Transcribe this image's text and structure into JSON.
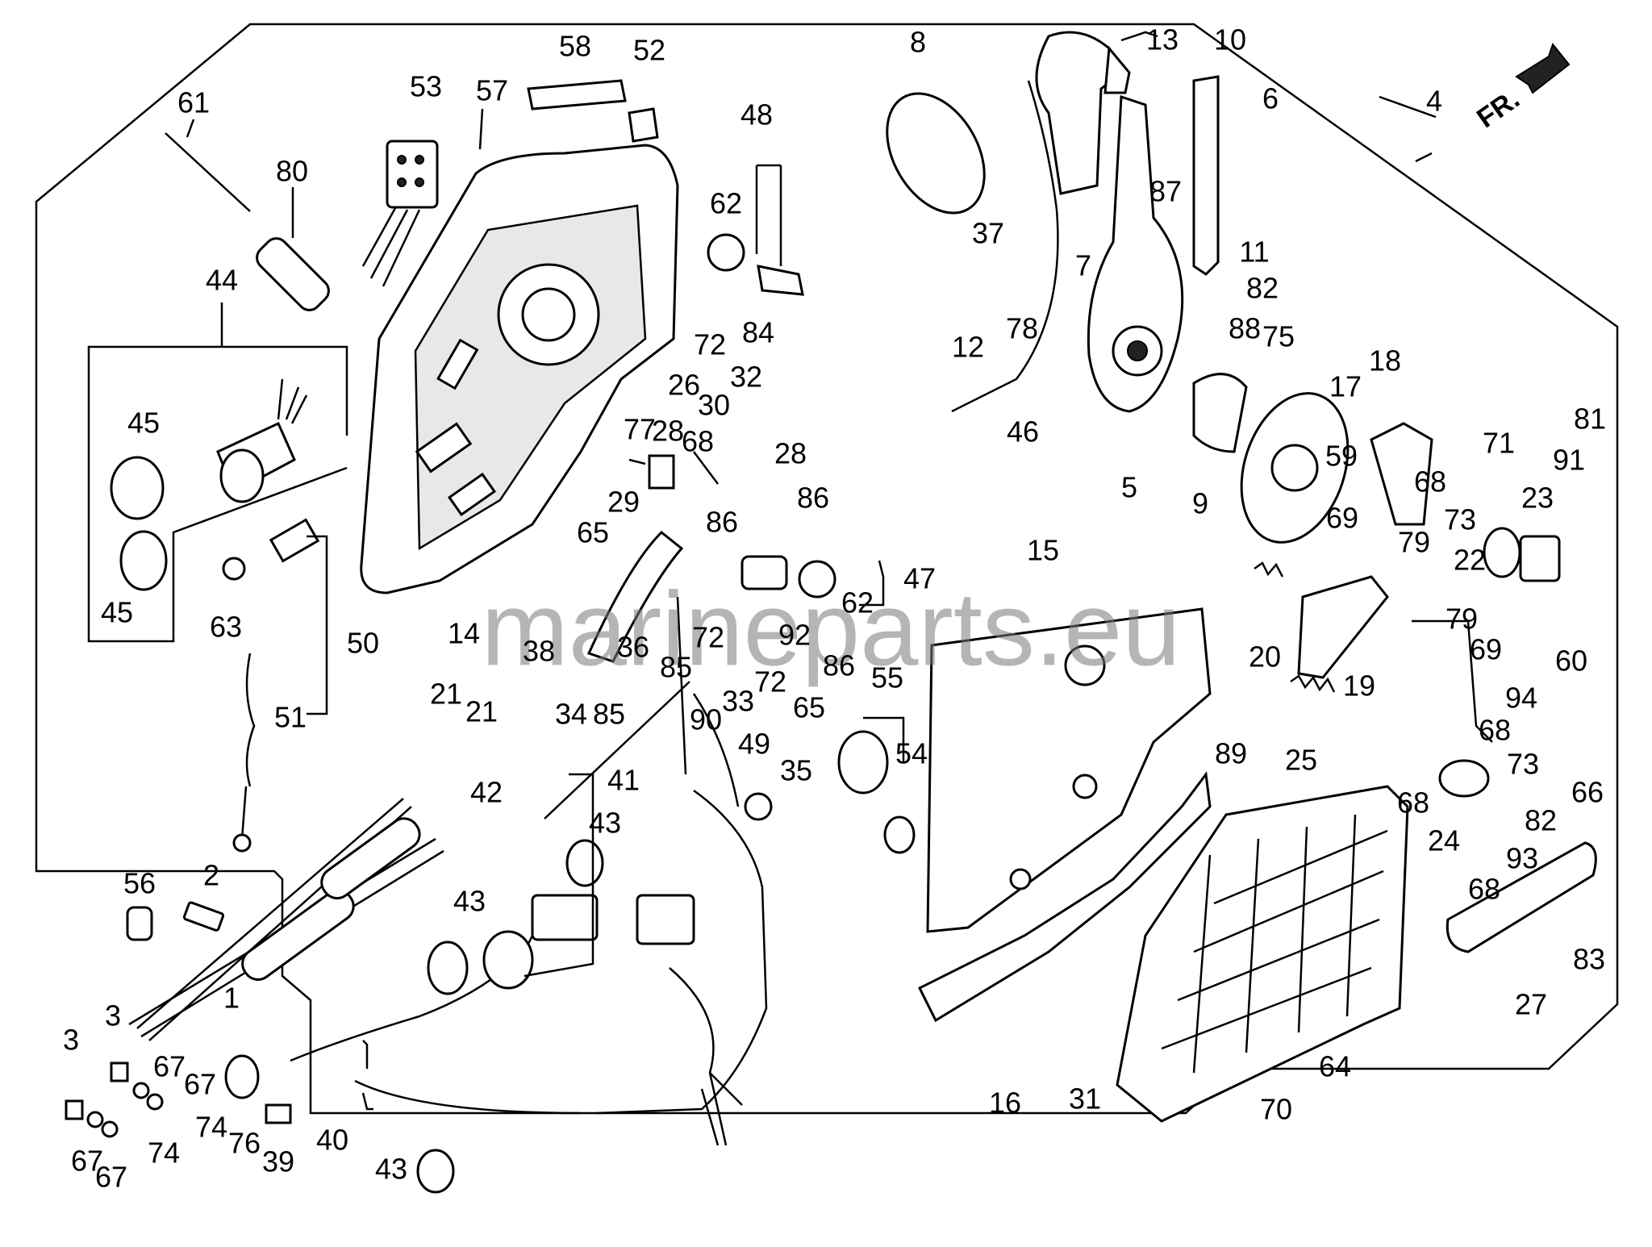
{
  "watermark": "marineparts.eu",
  "direction_label": "FR.",
  "callouts": [
    {
      "id": "c61",
      "text": "61"
    },
    {
      "id": "c80",
      "text": "80"
    },
    {
      "id": "c53",
      "text": "53"
    },
    {
      "id": "c57",
      "text": "57"
    },
    {
      "id": "c58",
      "text": "58"
    },
    {
      "id": "c52",
      "text": "52"
    },
    {
      "id": "c48",
      "text": "48"
    },
    {
      "id": "c62a",
      "text": "62"
    },
    {
      "id": "c84",
      "text": "84"
    },
    {
      "id": "c72a",
      "text": "72"
    },
    {
      "id": "c26",
      "text": "26"
    },
    {
      "id": "c30",
      "text": "30"
    },
    {
      "id": "c32",
      "text": "32"
    },
    {
      "id": "c44",
      "text": "44"
    },
    {
      "id": "c45a",
      "text": "45"
    },
    {
      "id": "c45b",
      "text": "45"
    },
    {
      "id": "c63",
      "text": "63"
    },
    {
      "id": "c50",
      "text": "50"
    },
    {
      "id": "c51",
      "text": "51"
    },
    {
      "id": "c14",
      "text": "14"
    },
    {
      "id": "c38",
      "text": "38"
    },
    {
      "id": "c77",
      "text": "77"
    },
    {
      "id": "c28a",
      "text": "28"
    },
    {
      "id": "c68a",
      "text": "68"
    },
    {
      "id": "c28b",
      "text": "28"
    },
    {
      "id": "c29",
      "text": "29"
    },
    {
      "id": "c65a",
      "text": "65"
    },
    {
      "id": "c86a",
      "text": "86"
    },
    {
      "id": "c86b",
      "text": "86"
    },
    {
      "id": "c36",
      "text": "36"
    },
    {
      "id": "c72b",
      "text": "72"
    },
    {
      "id": "c92",
      "text": "92"
    },
    {
      "id": "c47",
      "text": "47"
    },
    {
      "id": "c62b",
      "text": "62"
    },
    {
      "id": "c85a",
      "text": "85"
    },
    {
      "id": "c33",
      "text": "33"
    },
    {
      "id": "c72c",
      "text": "72"
    },
    {
      "id": "c86c",
      "text": "86"
    },
    {
      "id": "c65b",
      "text": "65"
    },
    {
      "id": "c35",
      "text": "35"
    },
    {
      "id": "c55",
      "text": "55"
    },
    {
      "id": "c54",
      "text": "54"
    },
    {
      "id": "c34",
      "text": "34"
    },
    {
      "id": "c85b",
      "text": "85"
    },
    {
      "id": "c90",
      "text": "90"
    },
    {
      "id": "c49",
      "text": "49"
    },
    {
      "id": "c41",
      "text": "41"
    },
    {
      "id": "c43a",
      "text": "43"
    },
    {
      "id": "c21a",
      "text": "21"
    },
    {
      "id": "c21b",
      "text": "21"
    },
    {
      "id": "c42",
      "text": "42"
    },
    {
      "id": "c43b",
      "text": "43"
    },
    {
      "id": "c56",
      "text": "56"
    },
    {
      "id": "c2",
      "text": "2"
    },
    {
      "id": "c1",
      "text": "1"
    },
    {
      "id": "c3a",
      "text": "3"
    },
    {
      "id": "c3b",
      "text": "3"
    },
    {
      "id": "c67a",
      "text": "67"
    },
    {
      "id": "c67b",
      "text": "67"
    },
    {
      "id": "c67c",
      "text": "67"
    },
    {
      "id": "c67d",
      "text": "67"
    },
    {
      "id": "c74a",
      "text": "74"
    },
    {
      "id": "c74b",
      "text": "74"
    },
    {
      "id": "c76",
      "text": "76"
    },
    {
      "id": "c39",
      "text": "39"
    },
    {
      "id": "c40",
      "text": "40"
    },
    {
      "id": "c43c",
      "text": "43"
    },
    {
      "id": "c8",
      "text": "8"
    },
    {
      "id": "c13",
      "text": "13"
    },
    {
      "id": "c10",
      "text": "10"
    },
    {
      "id": "c6",
      "text": "6"
    },
    {
      "id": "c4",
      "text": "4"
    },
    {
      "id": "c87",
      "text": "87"
    },
    {
      "id": "c37",
      "text": "37"
    },
    {
      "id": "c7",
      "text": "7"
    },
    {
      "id": "c11",
      "text": "11"
    },
    {
      "id": "c82a",
      "text": "82"
    },
    {
      "id": "c12",
      "text": "12"
    },
    {
      "id": "c78",
      "text": "78"
    },
    {
      "id": "c88",
      "text": "88"
    },
    {
      "id": "c75",
      "text": "75"
    },
    {
      "id": "c46",
      "text": "46"
    },
    {
      "id": "c17",
      "text": "17"
    },
    {
      "id": "c18",
      "text": "18"
    },
    {
      "id": "c5",
      "text": "5"
    },
    {
      "id": "c9",
      "text": "9"
    },
    {
      "id": "c59",
      "text": "59"
    },
    {
      "id": "c81",
      "text": "81"
    },
    {
      "id": "c68b",
      "text": "68"
    },
    {
      "id": "c71",
      "text": "71"
    },
    {
      "id": "c23",
      "text": "23"
    },
    {
      "id": "c91",
      "text": "91"
    },
    {
      "id": "c73a",
      "text": "73"
    },
    {
      "id": "c69a",
      "text": "69"
    },
    {
      "id": "c79a",
      "text": "79"
    },
    {
      "id": "c22",
      "text": "22"
    },
    {
      "id": "c15",
      "text": "15"
    },
    {
      "id": "c20",
      "text": "20"
    },
    {
      "id": "c79b",
      "text": "79"
    },
    {
      "id": "c60",
      "text": "60"
    },
    {
      "id": "c69b",
      "text": "69"
    },
    {
      "id": "c94",
      "text": "94"
    },
    {
      "id": "c19",
      "text": "19"
    },
    {
      "id": "c68c",
      "text": "68"
    },
    {
      "id": "c89",
      "text": "89"
    },
    {
      "id": "c25",
      "text": "25"
    },
    {
      "id": "c73b",
      "text": "73"
    },
    {
      "id": "c66",
      "text": "66"
    },
    {
      "id": "c68d",
      "text": "68"
    },
    {
      "id": "c82b",
      "text": "82"
    },
    {
      "id": "c24",
      "text": "24"
    },
    {
      "id": "c93",
      "text": "93"
    },
    {
      "id": "c68e",
      "text": "68"
    },
    {
      "id": "c83",
      "text": "83"
    },
    {
      "id": "c27",
      "text": "27"
    },
    {
      "id": "c16",
      "text": "16"
    },
    {
      "id": "c31",
      "text": "31"
    },
    {
      "id": "c70",
      "text": "70"
    },
    {
      "id": "c64",
      "text": "64"
    }
  ]
}
